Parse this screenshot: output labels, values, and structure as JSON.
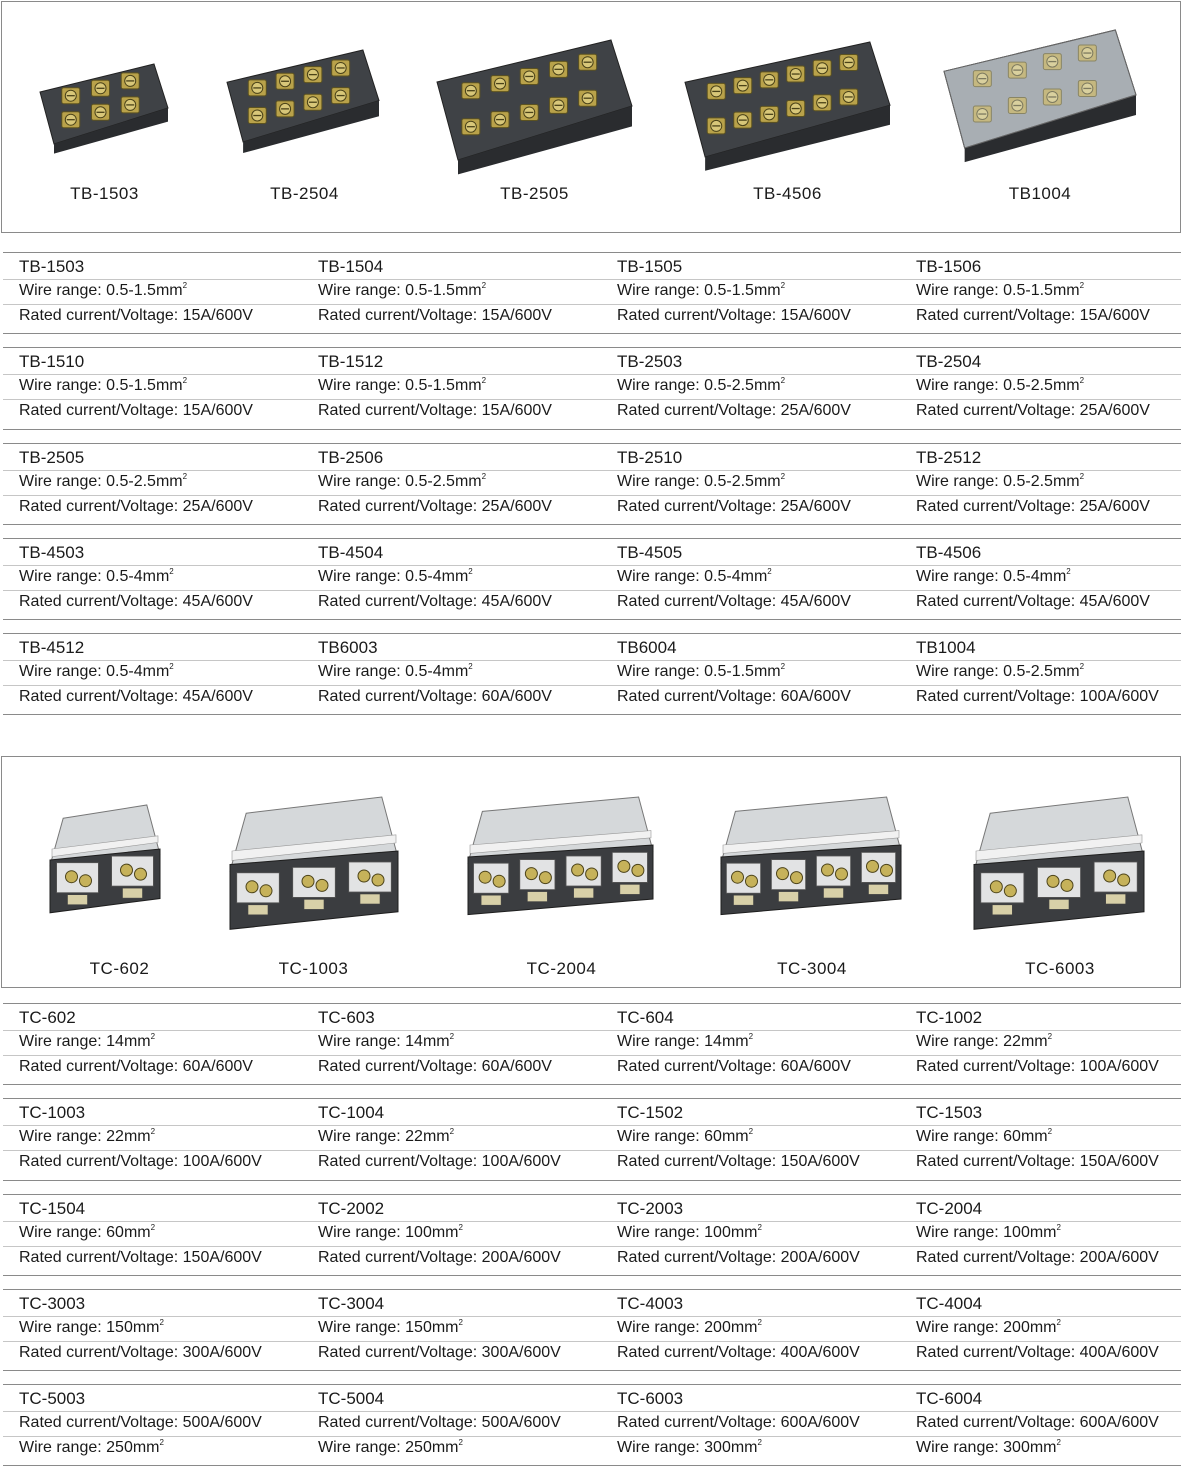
{
  "tb_photos": [
    {
      "model": "TB-1503",
      "poles": 3
    },
    {
      "model": "TB-2504",
      "poles": 4
    },
    {
      "model": "TB-2505",
      "poles": 5
    },
    {
      "model": "TB-4506",
      "poles": 6
    },
    {
      "model": "TB1004",
      "poles": 4
    }
  ],
  "tc_photos": [
    {
      "model": "TC-602",
      "poles": 2
    },
    {
      "model": "TC-1003",
      "poles": 3
    },
    {
      "model": "TC-2004",
      "poles": 4
    },
    {
      "model": "TC-3004",
      "poles": 4
    },
    {
      "model": "TC-6003",
      "poles": 3
    }
  ],
  "labels": {
    "wire": "Wire range: ",
    "rated": "Rated current/Voltage: ",
    "sup": "2"
  },
  "tb_specs": [
    [
      {
        "model": "TB-1503",
        "wire": "0.5-1.5mm",
        "rated": "15A/600V"
      },
      {
        "model": "TB-1504",
        "wire": "0.5-1.5mm",
        "rated": "15A/600V"
      },
      {
        "model": "TB-1505",
        "wire": "0.5-1.5mm",
        "rated": "15A/600V"
      },
      {
        "model": "TB-1506",
        "wire": "0.5-1.5mm",
        "rated": "15A/600V"
      }
    ],
    [
      {
        "model": "TB-1510",
        "wire": "0.5-1.5mm",
        "rated": "15A/600V"
      },
      {
        "model": "TB-1512",
        "wire": "0.5-1.5mm",
        "rated": "15A/600V"
      },
      {
        "model": "TB-2503",
        "wire": "0.5-2.5mm",
        "rated": "25A/600V"
      },
      {
        "model": "TB-2504",
        "wire": "0.5-2.5mm",
        "rated": "25A/600V"
      }
    ],
    [
      {
        "model": "TB-2505",
        "wire": "0.5-2.5mm",
        "rated": "25A/600V"
      },
      {
        "model": "TB-2506",
        "wire": "0.5-2.5mm",
        "rated": "25A/600V"
      },
      {
        "model": "TB-2510",
        "wire": "0.5-2.5mm",
        "rated": "25A/600V"
      },
      {
        "model": "TB-2512",
        "wire": "0.5-2.5mm",
        "rated": "25A/600V"
      }
    ],
    [
      {
        "model": "TB-4503",
        "wire": "0.5-4mm",
        "rated": "45A/600V"
      },
      {
        "model": "TB-4504",
        "wire": "0.5-4mm",
        "rated": "45A/600V"
      },
      {
        "model": "TB-4505",
        "wire": "0.5-4mm",
        "rated": "45A/600V"
      },
      {
        "model": "TB-4506",
        "wire": "0.5-4mm",
        "rated": "45A/600V"
      }
    ],
    [
      {
        "model": "TB-4512",
        "wire": "0.5-4mm",
        "rated": "45A/600V"
      },
      {
        "model": "TB6003",
        "wire": "0.5-4mm",
        "rated": "60A/600V"
      },
      {
        "model": "TB6004",
        "wire": "0.5-1.5mm",
        "rated": "60A/600V"
      },
      {
        "model": "TB1004",
        "wire": "0.5-2.5mm",
        "rated": "100A/600V"
      }
    ]
  ],
  "tc_specs": [
    [
      {
        "model": "TC-602",
        "wire": "14mm",
        "rated": "60A/600V"
      },
      {
        "model": "TC-603",
        "wire": "14mm",
        "rated": "60A/600V"
      },
      {
        "model": "TC-604",
        "wire": "14mm",
        "rated": "60A/600V"
      },
      {
        "model": "TC-1002",
        "wire": "22mm",
        "rated": "100A/600V"
      }
    ],
    [
      {
        "model": "TC-1003",
        "wire": "22mm",
        "rated": "100A/600V"
      },
      {
        "model": "TC-1004",
        "wire": "22mm",
        "rated": "100A/600V"
      },
      {
        "model": "TC-1502",
        "wire": "60mm",
        "rated": "150A/600V"
      },
      {
        "model": "TC-1503",
        "wire": "60mm",
        "rated": "150A/600V"
      }
    ],
    [
      {
        "model": "TC-1504",
        "wire": "60mm",
        "rated": "150A/600V"
      },
      {
        "model": "TC-2002",
        "wire": "100mm",
        "rated": "200A/600V"
      },
      {
        "model": "TC-2003",
        "wire": "100mm",
        "rated": "200A/600V"
      },
      {
        "model": "TC-2004",
        "wire": "100mm",
        "rated": "200A/600V"
      }
    ],
    [
      {
        "model": "TC-3003",
        "wire": "150mm",
        "rated": "300A/600V"
      },
      {
        "model": "TC-3004",
        "wire": "150mm",
        "rated": "300A/600V"
      },
      {
        "model": "TC-4003",
        "wire": "200mm",
        "rated": "400A/600V"
      },
      {
        "model": "TC-4004",
        "wire": "200mm",
        "rated": "400A/600V"
      }
    ],
    [
      {
        "model": "TC-5003",
        "wire": "250mm",
        "rated": "500A/600V",
        "rated_first": true
      },
      {
        "model": "TC-5004",
        "wire": "250mm",
        "rated": "500A/600V",
        "rated_first": true
      },
      {
        "model": "TC-6003",
        "wire": "300mm",
        "rated": "600A/600V",
        "rated_first": true
      },
      {
        "model": "TC-6004",
        "wire": "300mm",
        "rated": "600A/600V",
        "rated_first": true
      }
    ]
  ]
}
